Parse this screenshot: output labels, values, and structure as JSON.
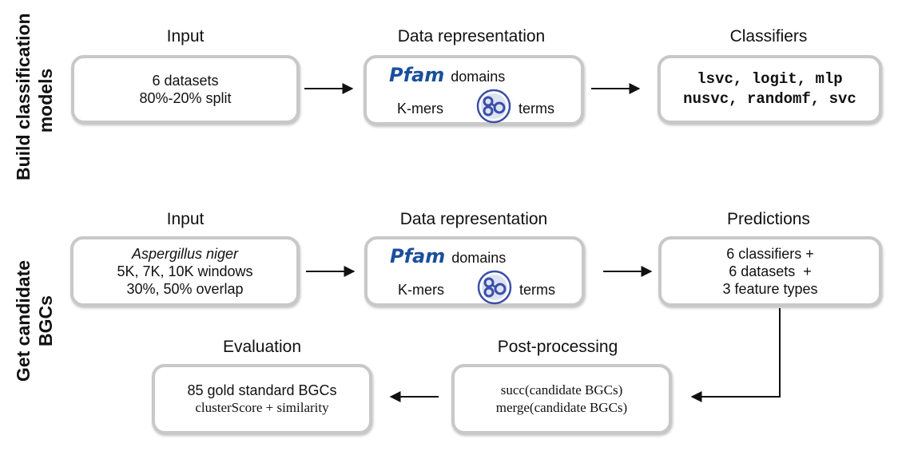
{
  "side_labels": {
    "top": [
      "Build classification",
      "models"
    ],
    "bottom": [
      "Get candidate",
      "BGCs"
    ]
  },
  "row1": {
    "input": {
      "heading": "Input",
      "lines": [
        "6 datasets",
        "80%-20% split"
      ]
    },
    "data_representation": {
      "heading": "Data representation",
      "pfam_logo": "Pfam",
      "domains": "domains",
      "kmers": "K-mers",
      "go_icon": "go-logo-icon",
      "terms": "terms"
    },
    "classifiers": {
      "heading": "Classifiers",
      "lines": [
        "lsvc, logit, mlp",
        "nusvc, randomf, svc"
      ]
    }
  },
  "row2": {
    "input": {
      "heading": "Input",
      "lines": [
        "Aspergillus niger",
        "5K, 7K, 10K windows",
        "30%, 50% overlap"
      ]
    },
    "data_representation": {
      "heading": "Data representation",
      "pfam_logo": "Pfam",
      "domains": "domains",
      "kmers": "K-mers",
      "go_icon": "go-logo-icon",
      "terms": "terms"
    },
    "predictions": {
      "heading": "Predictions",
      "lines": [
        "6 classifiers +",
        "6 datasets  +",
        "3 feature types"
      ]
    }
  },
  "row3": {
    "evaluation": {
      "heading": "Evaluation",
      "lines": [
        "85 gold standard BGCs",
        "clusterScore + similarity"
      ]
    },
    "post_processing": {
      "heading": "Post-processing",
      "lines": [
        "succ(candidate BGCs)",
        "merge(candidate BGCs)"
      ]
    }
  },
  "colors": {
    "box_border": "#c8c8c8",
    "pfam_blue": "#1a4f9c",
    "go_blue": "#3b4fa8",
    "text": "#111111"
  }
}
